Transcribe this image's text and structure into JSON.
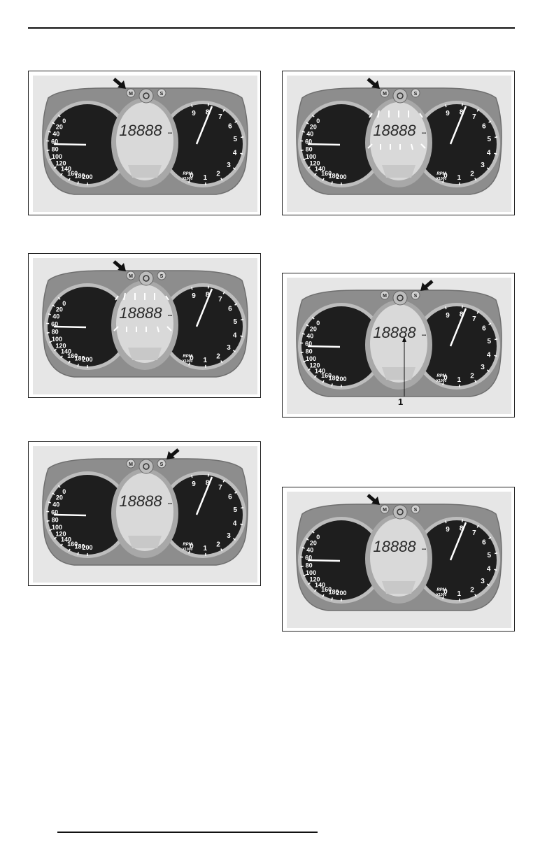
{
  "gauge": {
    "mode_label": "M",
    "set_label": "S",
    "lcd_digits": "18888",
    "lcd_unit": "▪▪▪",
    "rpm_label": "RPM",
    "rpm_unit": "X1000",
    "speed_ticks": [
      "0",
      "20",
      "40",
      "60",
      "80",
      "100",
      "120",
      "140",
      "160",
      "180",
      "200"
    ],
    "rpm_ticks": [
      "0",
      "1",
      "2",
      "3",
      "4",
      "5",
      "6",
      "7",
      "8",
      "9"
    ]
  },
  "figures": [
    {
      "arrow_target": "M",
      "segments_highlighted": false,
      "callout": ""
    },
    {
      "arrow_target": "M",
      "segments_highlighted": true,
      "callout": ""
    },
    {
      "arrow_target": "M",
      "segments_highlighted": true,
      "callout": ""
    },
    {
      "arrow_target": "S",
      "segments_highlighted": false,
      "callout": "1"
    },
    {
      "arrow_target": "S",
      "segments_highlighted": false,
      "callout": ""
    },
    {
      "arrow_target": "M",
      "segments_highlighted": false,
      "callout": ""
    }
  ],
  "colors": {
    "bezel": "#8d8d8d",
    "panel_bg": "#e6e6e6",
    "dial_face": "#1e1e1e",
    "lcd": "#d9d9d9",
    "arrow": "#111111"
  }
}
